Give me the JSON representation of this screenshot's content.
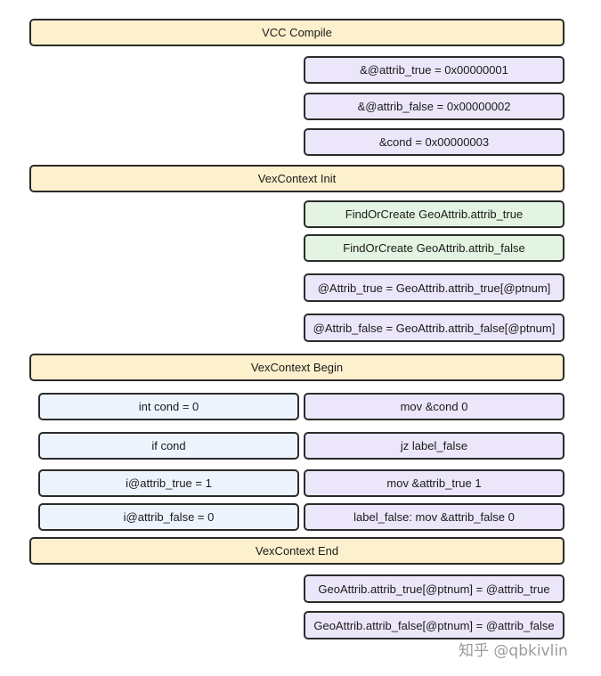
{
  "stages": {
    "compile": "VCC Compile",
    "init": "VexContext Init",
    "begin": "VexContext Begin",
    "end": "VexContext End"
  },
  "compile": {
    "attrib_true": "&@attrib_true = 0x00000001",
    "attrib_false": "&@attrib_false = 0x00000002",
    "cond": "&cond = 0x00000003"
  },
  "init": {
    "find_true": "FindOrCreate GeoAttrib.attrib_true",
    "find_false": "FindOrCreate GeoAttrib.attrib_false",
    "bind_true": "@Attrib_true = GeoAttrib.attrib_true[@ptnum]",
    "bind_false": "@Attrib_false = GeoAttrib.attrib_false[@ptnum]"
  },
  "begin": {
    "source": [
      "int cond = 0",
      "if cond",
      "i@attrib_true = 1",
      "i@attrib_false = 0"
    ],
    "asm": [
      "mov &cond 0",
      "jz label_false",
      "mov &attrib_true 1",
      "label_false: mov &attrib_false 0"
    ]
  },
  "end": {
    "write_true": "GeoAttrib.attrib_true[@ptnum] = @attrib_true",
    "write_false": "GeoAttrib.attrib_false[@ptnum] = @attrib_false"
  },
  "watermark": "知乎 @qbkivlin",
  "colors": {
    "stage": "#fdf0cd",
    "purple": "#ece6fb",
    "green": "#e3f4e2",
    "blue": "#eef4fe",
    "border": "#2b2b2b"
  }
}
